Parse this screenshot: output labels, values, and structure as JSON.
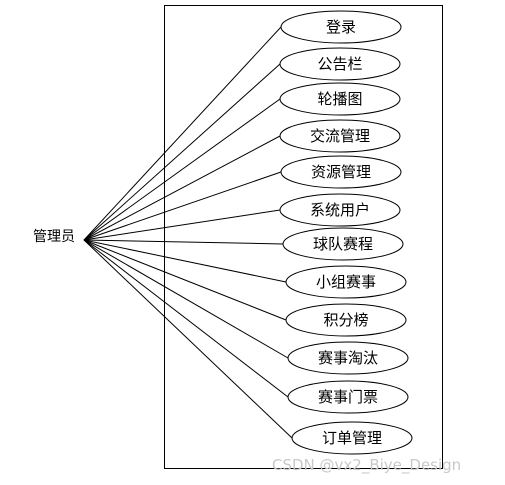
{
  "actor": {
    "label": "管理员"
  },
  "use_cases": [
    {
      "label": "登录"
    },
    {
      "label": "公告栏"
    },
    {
      "label": "轮播图"
    },
    {
      "label": "交流管理"
    },
    {
      "label": "资源管理"
    },
    {
      "label": "系统用户"
    },
    {
      "label": "球队赛程"
    },
    {
      "label": "小组赛事"
    },
    {
      "label": "积分榜"
    },
    {
      "label": "赛事淘汰"
    },
    {
      "label": "赛事门票"
    },
    {
      "label": "订单管理"
    }
  ],
  "watermark": "CSDN @vx2_Biye_Design",
  "colors": {
    "line": "#000000",
    "background": "#ffffff",
    "watermark": "#c8c8c8"
  }
}
